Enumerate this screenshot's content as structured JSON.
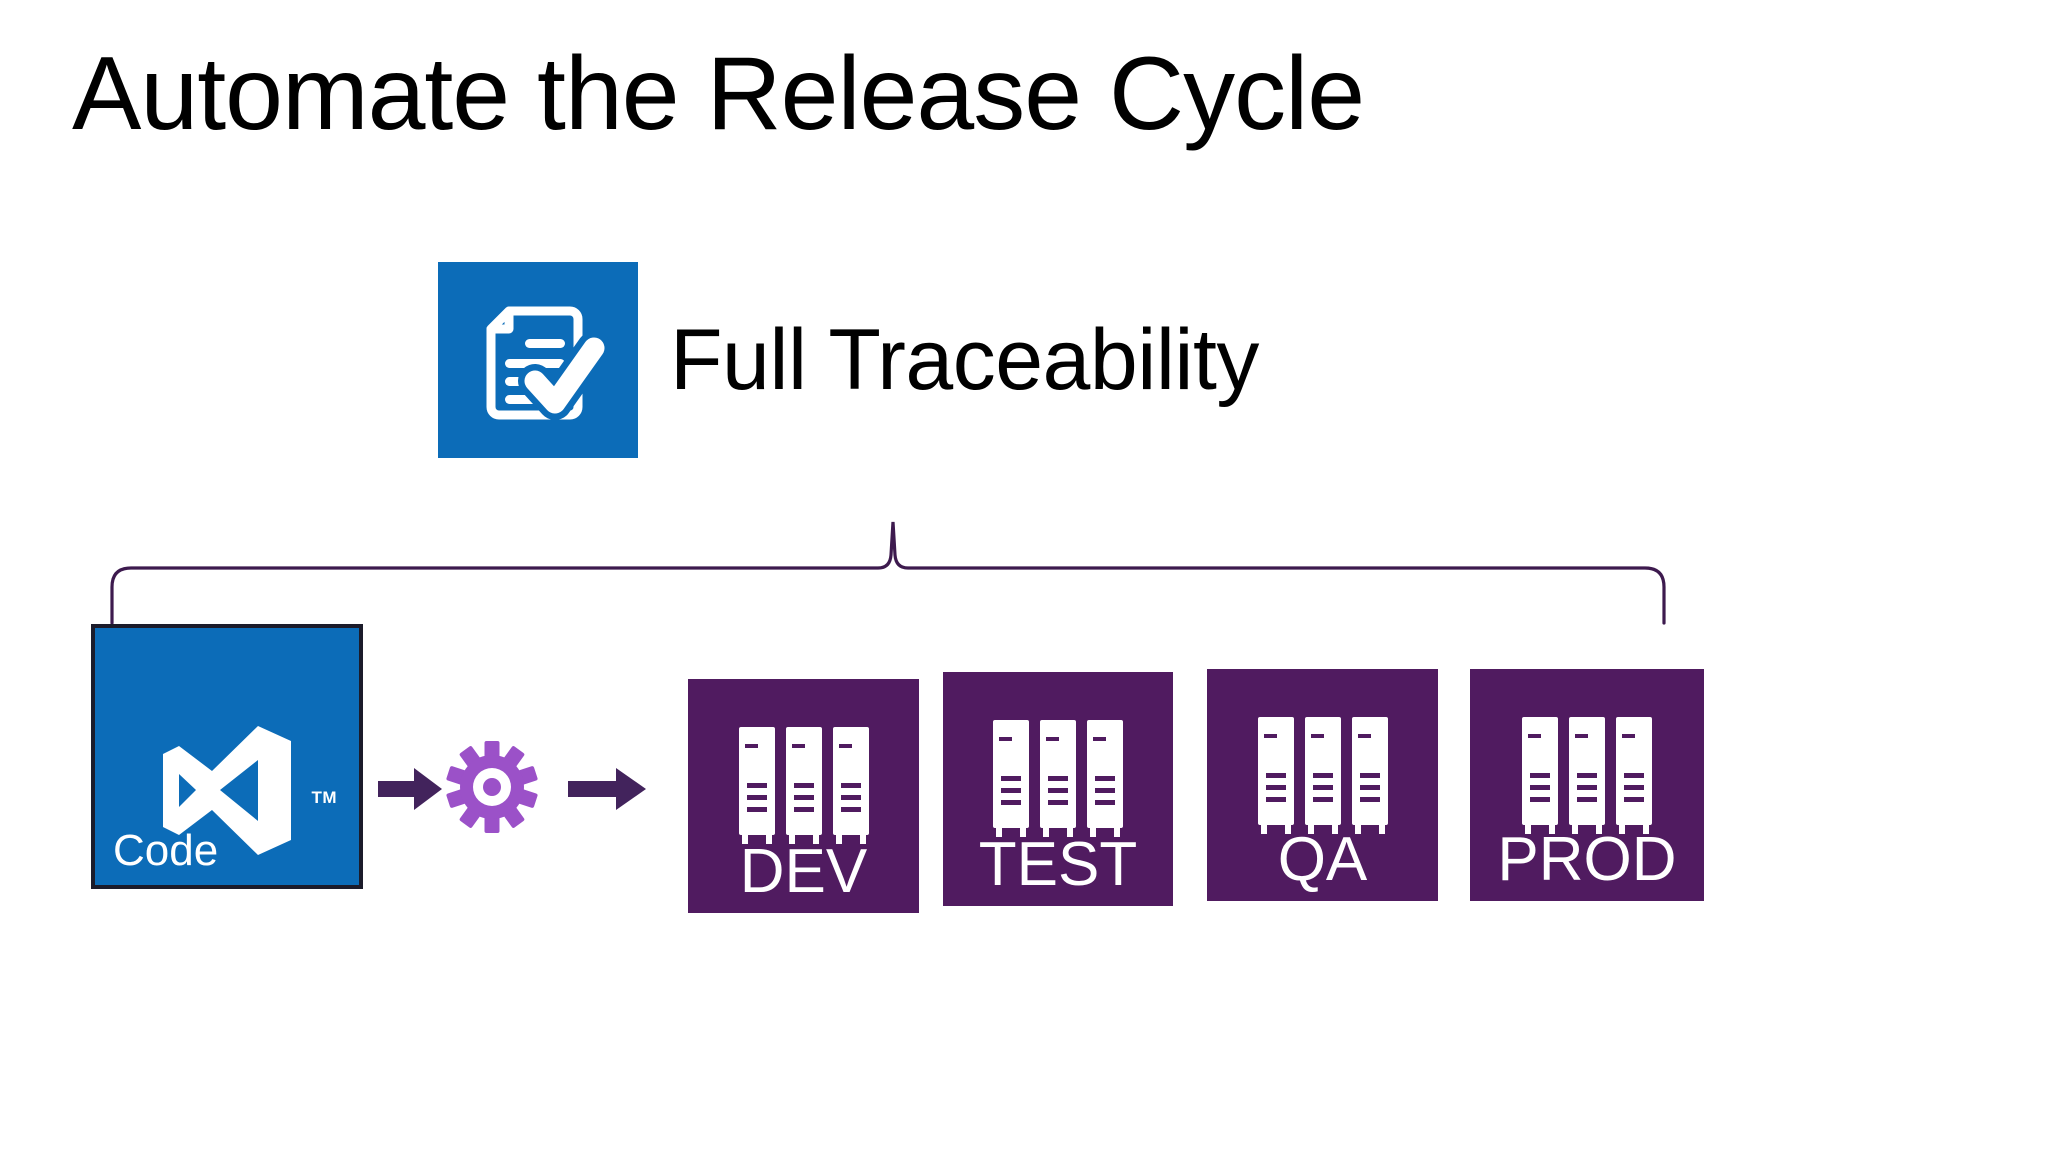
{
  "slide": {
    "title": "Automate the Release Cycle",
    "background_color": "#FFFFFF"
  },
  "traceability": {
    "icon_name": "document-checkmark-icon",
    "icon_tile_color": "#0C6CB8",
    "label": "Full Traceability"
  },
  "brace": {
    "name": "traceability-scope-brace",
    "color": "#3D1A4E"
  },
  "pipeline": {
    "source": {
      "name": "visual-studio-code-tile",
      "label": "Code",
      "trademark": "TM",
      "tile_color": "#0C6CB8",
      "border_color": "#1B1B2A",
      "logo_name": "visual-studio-logo"
    },
    "arrow1": {
      "name": "arrow-right-icon",
      "color": "#42235C"
    },
    "build": {
      "name": "gear-icon",
      "color": "#9B51C8"
    },
    "arrow2": {
      "name": "arrow-right-icon",
      "color": "#42235C"
    },
    "environments": [
      {
        "label": "DEV",
        "name": "environment-tile-dev",
        "color": "#501B60",
        "servers": 3
      },
      {
        "label": "TEST",
        "name": "environment-tile-test",
        "color": "#501B60",
        "servers": 3
      },
      {
        "label": "QA",
        "name": "environment-tile-qa",
        "color": "#501B60",
        "servers": 3
      },
      {
        "label": "PROD",
        "name": "environment-tile-prod",
        "color": "#501B60",
        "servers": 3
      }
    ]
  }
}
